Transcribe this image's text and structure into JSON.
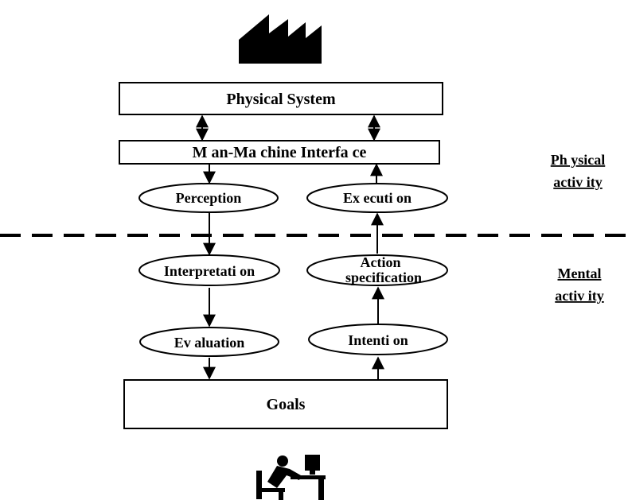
{
  "boxes": {
    "physical_system": "Physical System",
    "mmi": "M an-Ma chine Interfa ce",
    "goals": "Goals"
  },
  "stages": {
    "perception": "Perception",
    "execution": "Ex ecuti on",
    "interpretation": "Interpretati on",
    "action_line1": "Action",
    "action_line2": "specification",
    "evaluation": "Ev aluation",
    "intention": "Intenti on"
  },
  "side_labels": {
    "physical_line1": "Ph ysical",
    "physical_line2": "activ ity",
    "mental_line1": "Mental",
    "mental_line2": "activ ity"
  },
  "icons": {
    "top": "factory-icon",
    "bottom": "operator-at-computer-icon"
  }
}
